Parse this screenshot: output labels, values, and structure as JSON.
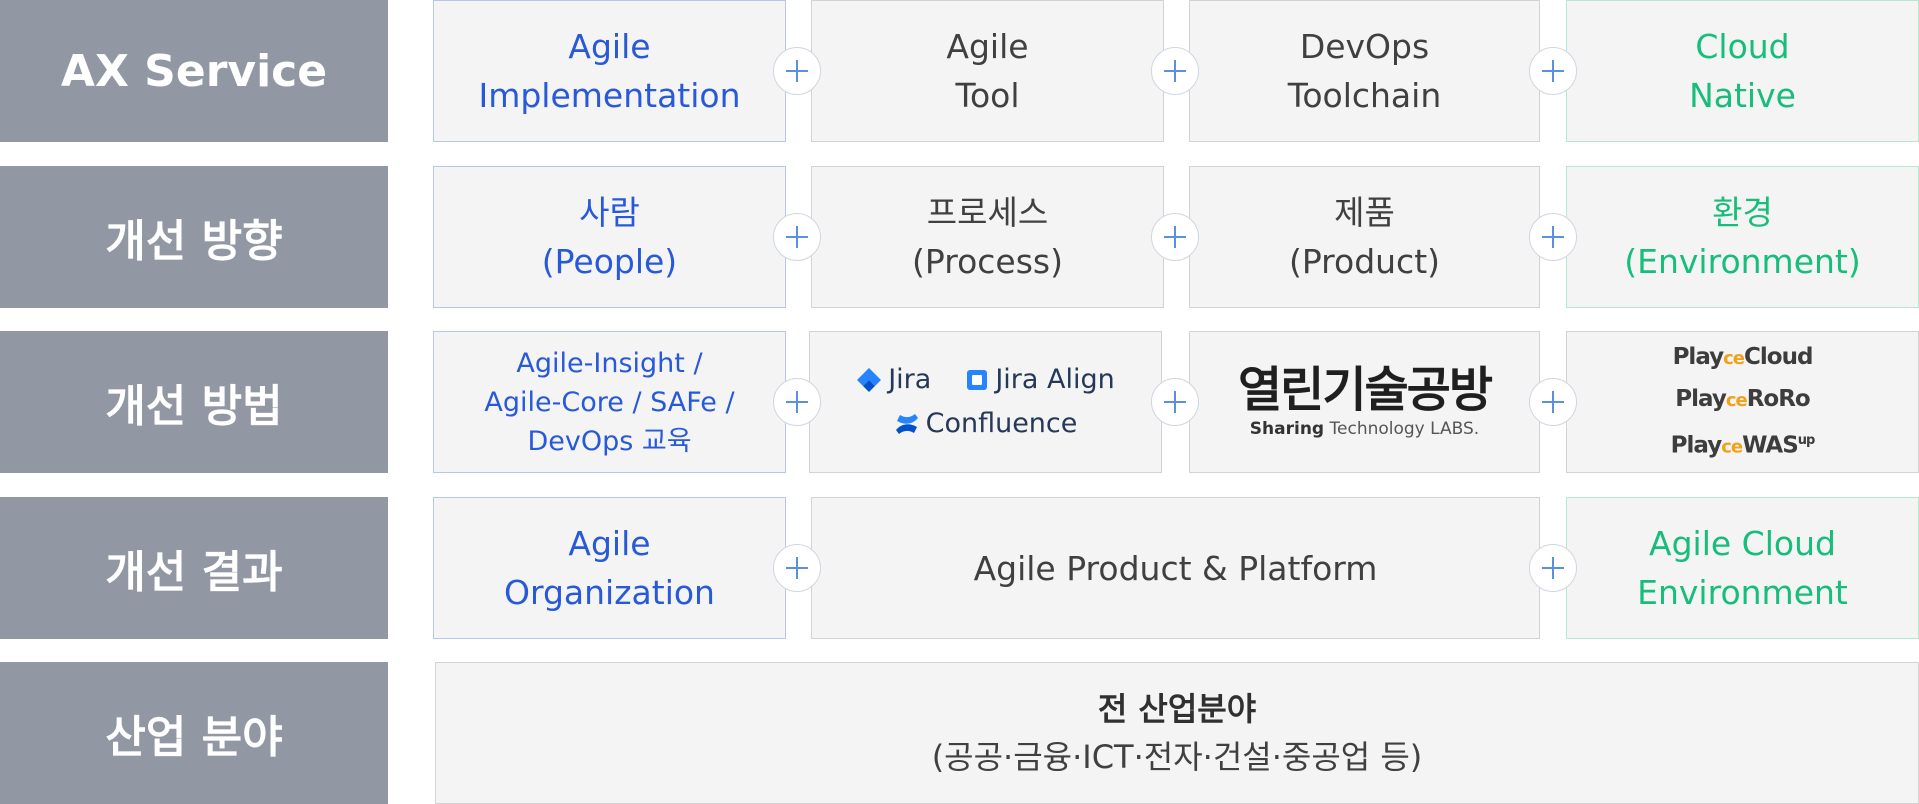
{
  "rows": [
    {
      "label": "AX Service",
      "cells": [
        {
          "line1": "Agile",
          "line2": "Implementation"
        },
        {
          "line1": "Agile",
          "line2": "Tool"
        },
        {
          "line1": "DevOps",
          "line2": "Toolchain"
        },
        {
          "line1": "Cloud",
          "line2": "Native"
        }
      ]
    },
    {
      "label": "개선 방향",
      "cells": [
        {
          "line1": "사람",
          "line2": "(People)"
        },
        {
          "line1": "프로세스",
          "line2": "(Process)"
        },
        {
          "line1": "제품",
          "line2": "(Product)"
        },
        {
          "line1": "환경",
          "line2": "(Environment)"
        }
      ]
    },
    {
      "label": "개선 방법",
      "cells": [
        {
          "line1": "Agile-Insight /",
          "line2": "Agile-Core / SAFe /",
          "line3": "DevOps 교육"
        },
        {
          "logos": [
            "Jira",
            "Jira Align",
            "Confluence"
          ]
        },
        {
          "logo_text": "열린기술공방",
          "logo_sub_bold": "Sharing",
          "logo_sub": "Technology LABS."
        },
        {
          "products": [
            {
              "prefix": "Play",
              "ce": "ce",
              "name": "Cloud"
            },
            {
              "prefix": "Play",
              "ce": "ce",
              "name": "RoRo"
            },
            {
              "prefix": "Play",
              "ce": "ce",
              "name": "WAS",
              "sup": "up"
            }
          ]
        }
      ]
    },
    {
      "label": "개선 결과",
      "cells": [
        {
          "line1": "Agile",
          "line2": "Organization"
        },
        {
          "line1": "Agile Product & Platform"
        },
        {
          "line1": "Agile Cloud",
          "line2": "Environment"
        }
      ]
    },
    {
      "label": "산업 분야",
      "cells": [
        {
          "title": "전 산업분야",
          "subtitle": "(공공·금융·ICT·전자·건설·중공업 등)"
        }
      ]
    }
  ],
  "colors": {
    "label_bg": "#9298a3",
    "blue": "#2859d8",
    "green": "#17bd7a",
    "gray_text": "#404040",
    "cell_bg": "#f4f4f4",
    "plus": "#5b8fe0"
  },
  "icons": [
    "plus-icon",
    "jira-icon",
    "jira-align-icon",
    "confluence-icon"
  ]
}
